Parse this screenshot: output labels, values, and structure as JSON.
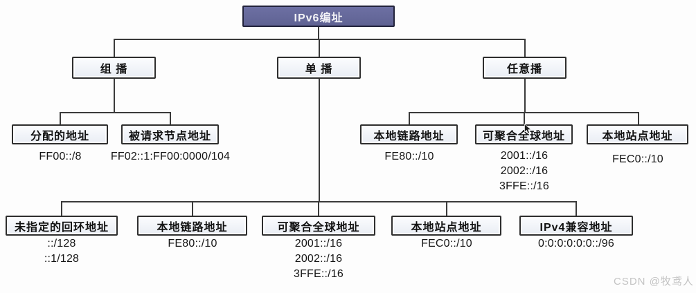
{
  "diagram": {
    "root": {
      "label": "IPv6编址"
    },
    "branches": [
      {
        "label": "组 播",
        "children": [
          {
            "label": "分配的地址",
            "addresses": [
              "FF00::/8"
            ]
          },
          {
            "label": "被请求节点地址",
            "addresses": [
              "FF02::1:FF00:0000/104"
            ]
          }
        ]
      },
      {
        "label": "单 播",
        "children": [
          {
            "label": "未指定的回环地址",
            "addresses": [
              "::/128",
              "::1/128"
            ]
          },
          {
            "label": "本地链路地址",
            "addresses": [
              "FE80::/10"
            ]
          },
          {
            "label": "可聚合全球地址",
            "addresses": [
              "2001::/16",
              "2002::/16",
              "3FFE::/16"
            ]
          },
          {
            "label": "本地站点地址",
            "addresses": [
              "FEC0::/10"
            ]
          },
          {
            "label": "IPv4兼容地址",
            "addresses": [
              "0:0:0:0:0:0::/96"
            ]
          }
        ]
      },
      {
        "label": "任意播",
        "children": [
          {
            "label": "本地链路地址",
            "addresses": [
              "FE80::/10"
            ]
          },
          {
            "label": "可聚合全球地址",
            "addresses": [
              "2001::/16",
              "2002::/16",
              "3FFE::/16"
            ]
          },
          {
            "label": "本地站点地址",
            "addresses": [
              "FEC0::/10"
            ]
          }
        ]
      }
    ],
    "icons": {
      "cursor": "mouse-pointer-arrow"
    },
    "colors": {
      "root_fill": "#65689B",
      "root_text": "#F2F2F6",
      "node_fill": "#EFF2F8",
      "node_border": "#2E2E2E",
      "connector_line": "#3A3A3A",
      "address_text": "#151515",
      "watermark_text": "#C4C4C4"
    }
  },
  "watermark": {
    "text": "CSDN @牧鸢人"
  }
}
